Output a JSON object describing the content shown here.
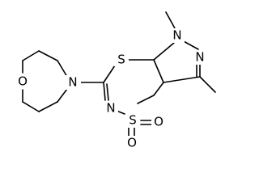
{
  "structure": {
    "atoms": {
      "morpholine_o": "O",
      "morpholine_n": "N",
      "ring_s": "S",
      "ring_n": "N",
      "sulfonyl_s": "S",
      "sulfonyl_o1": "O",
      "sulfonyl_o2": "O",
      "pyrazole_n1": "N",
      "pyrazole_n2": "N"
    },
    "colors": {
      "bond": "#000000",
      "label": "#000000",
      "background": "#ffffff"
    }
  }
}
